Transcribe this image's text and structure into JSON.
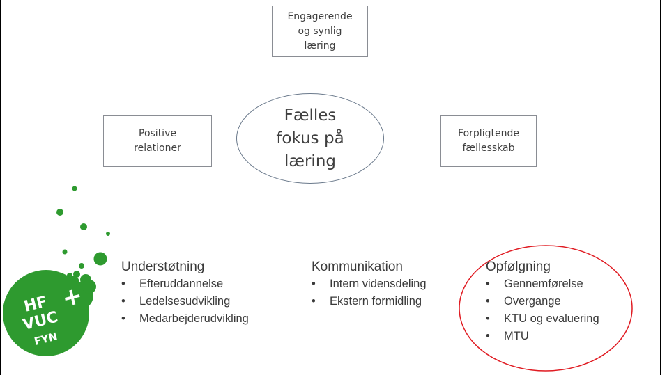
{
  "diagram": {
    "top_box": "Engagerende og synlig læring",
    "left_box": "Positive relationer",
    "right_box": "Forpligtende fællesskab",
    "center": "Fælles fokus på læring"
  },
  "columns": [
    {
      "title": "Understøtning",
      "items": [
        "Efteruddannelse",
        "Ledelsesudvikling",
        "Medarbejderudvikling"
      ]
    },
    {
      "title": "Kommunikation",
      "items": [
        "Intern vidensdeling",
        "Ekstern formidling"
      ]
    },
    {
      "title": "Opfølgning",
      "items": [
        "Gennemførelse",
        "Overgange",
        "KTU og evaluering",
        "MTU"
      ]
    }
  ],
  "logo": {
    "text_lines": [
      "HF",
      "VUC",
      "FYN"
    ],
    "plus": "+",
    "color": "#2e9a2f"
  },
  "highlight_color": "#e01b22"
}
